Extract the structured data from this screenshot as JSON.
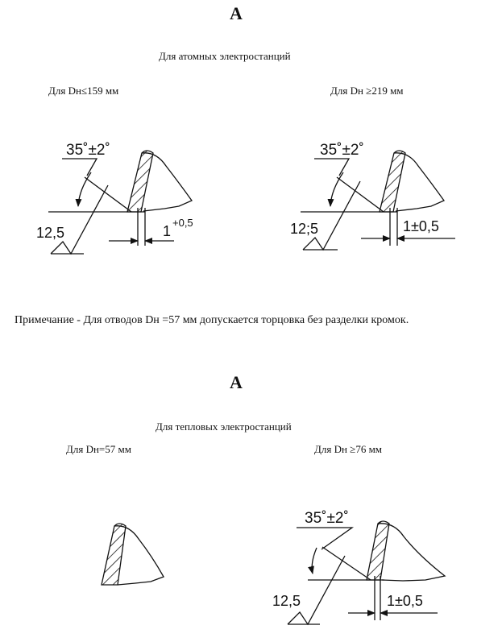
{
  "section1": {
    "view_label": "A",
    "caption": "Для атомных электростанций",
    "left_case": "Для  Dн≤159  мм",
    "right_case": "Для Dн ≥219  мм",
    "left_detail": {
      "angle": "35˚±2˚",
      "roughness": "12,5",
      "gap": "1",
      "gap_tol": "+0,5"
    },
    "right_detail": {
      "angle": "35˚±2˚",
      "roughness": "12;5",
      "gap": "1±0,5"
    }
  },
  "note": "Примечание - Для отводов Dн =57 мм допускается торцовка без разделки кромок.",
  "section2": {
    "view_label": "A",
    "caption": "Для тепловых электростанций",
    "left_case": "Для Dн=57  мм",
    "right_case": "Для  Dн ≥76  мм",
    "right_detail": {
      "angle": "35˚±2˚",
      "roughness": "12,5",
      "gap": "1±0,5"
    }
  }
}
